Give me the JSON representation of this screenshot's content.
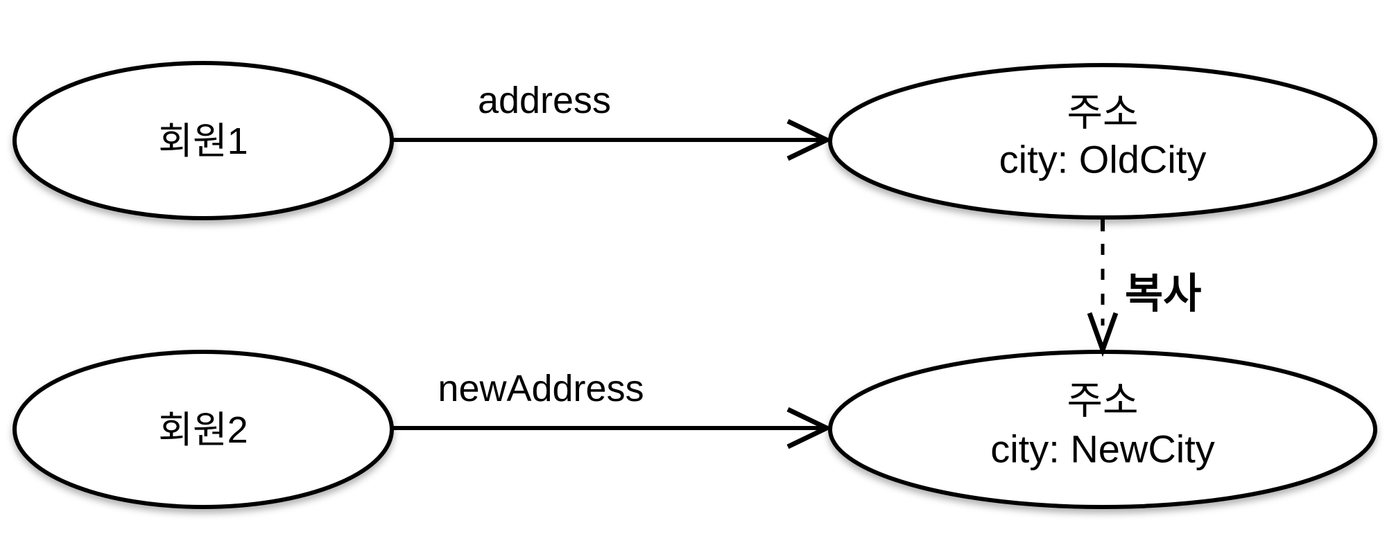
{
  "theme": {
    "background": "#ffffff",
    "stroke": "#000000",
    "text": "#000000"
  },
  "diagram": {
    "type": "object-reference-diagram",
    "nodes": {
      "member1": {
        "id": "member1",
        "shape": "ellipse",
        "label": "회원1"
      },
      "member2": {
        "id": "member2",
        "shape": "ellipse",
        "label": "회원2"
      },
      "addressOld": {
        "id": "addressOld",
        "shape": "ellipse",
        "title": "주소",
        "subtitle": "city: OldCity"
      },
      "addressNew": {
        "id": "addressNew",
        "shape": "ellipse",
        "title": "주소",
        "subtitle": "city: NewCity"
      }
    },
    "edges": {
      "address": {
        "from": "member1",
        "to": "addressOld",
        "label": "address",
        "style": "solid",
        "direction": "right"
      },
      "newAddress": {
        "from": "member2",
        "to": "addressNew",
        "label": "newAddress",
        "style": "solid",
        "direction": "right"
      },
      "copy": {
        "from": "addressOld",
        "to": "addressNew",
        "label": "복사",
        "style": "dashed",
        "direction": "down"
      }
    }
  }
}
